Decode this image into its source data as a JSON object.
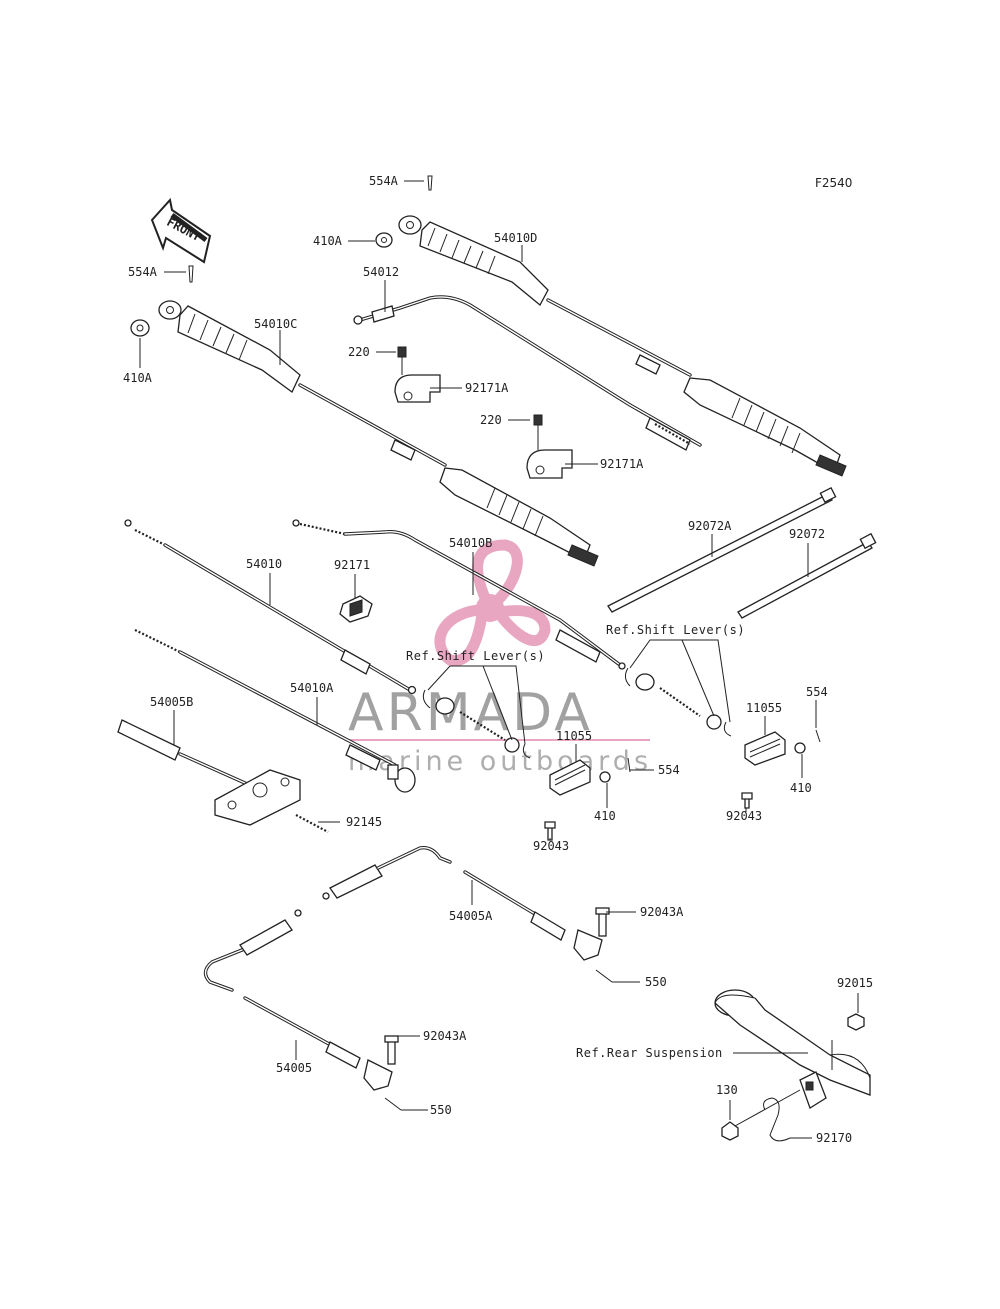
{
  "diagram": {
    "figure_code": "F2540",
    "front_label": "FRONT",
    "watermark": {
      "brand": "ARMADA",
      "tagline": "marine outboards",
      "accent_color": "#e8a6c0",
      "text_color": "#8a8a8a"
    },
    "labels": {
      "p554A_top": "554A",
      "p410A_top": "410A",
      "p54010D": "54010D",
      "p554A_left": "554A",
      "p54012": "54012",
      "p54010C": "54010C",
      "p410A_left": "410A",
      "p220_a": "220",
      "p92171A_a": "92171A",
      "p220_b": "220",
      "p92171A_b": "92171A",
      "p92072A": "92072A",
      "p92072": "92072",
      "p54010B": "54010B",
      "p54010": "54010",
      "p92171": "92171",
      "ref_shift_right": "Ref.Shift Lever(s)",
      "ref_shift_center": "Ref.Shift Lever(s)",
      "p554_right": "554",
      "p11055_right": "11055",
      "p54010A": "54010A",
      "p54005B": "54005B",
      "p11055_center": "11055",
      "p554_center": "554",
      "p410_center": "410",
      "p410_right": "410",
      "p92043_right": "92043",
      "p92145": "92145",
      "p92043_center": "92043",
      "p54005A": "54005A",
      "p92043A_a": "92043A",
      "p550_a": "550",
      "p92015": "92015",
      "ref_rear_suspension": "Ref.Rear Suspension",
      "p92043A_b": "92043A",
      "p54005": "54005",
      "p550_b": "550",
      "p130": "130",
      "p92170": "92170"
    }
  }
}
